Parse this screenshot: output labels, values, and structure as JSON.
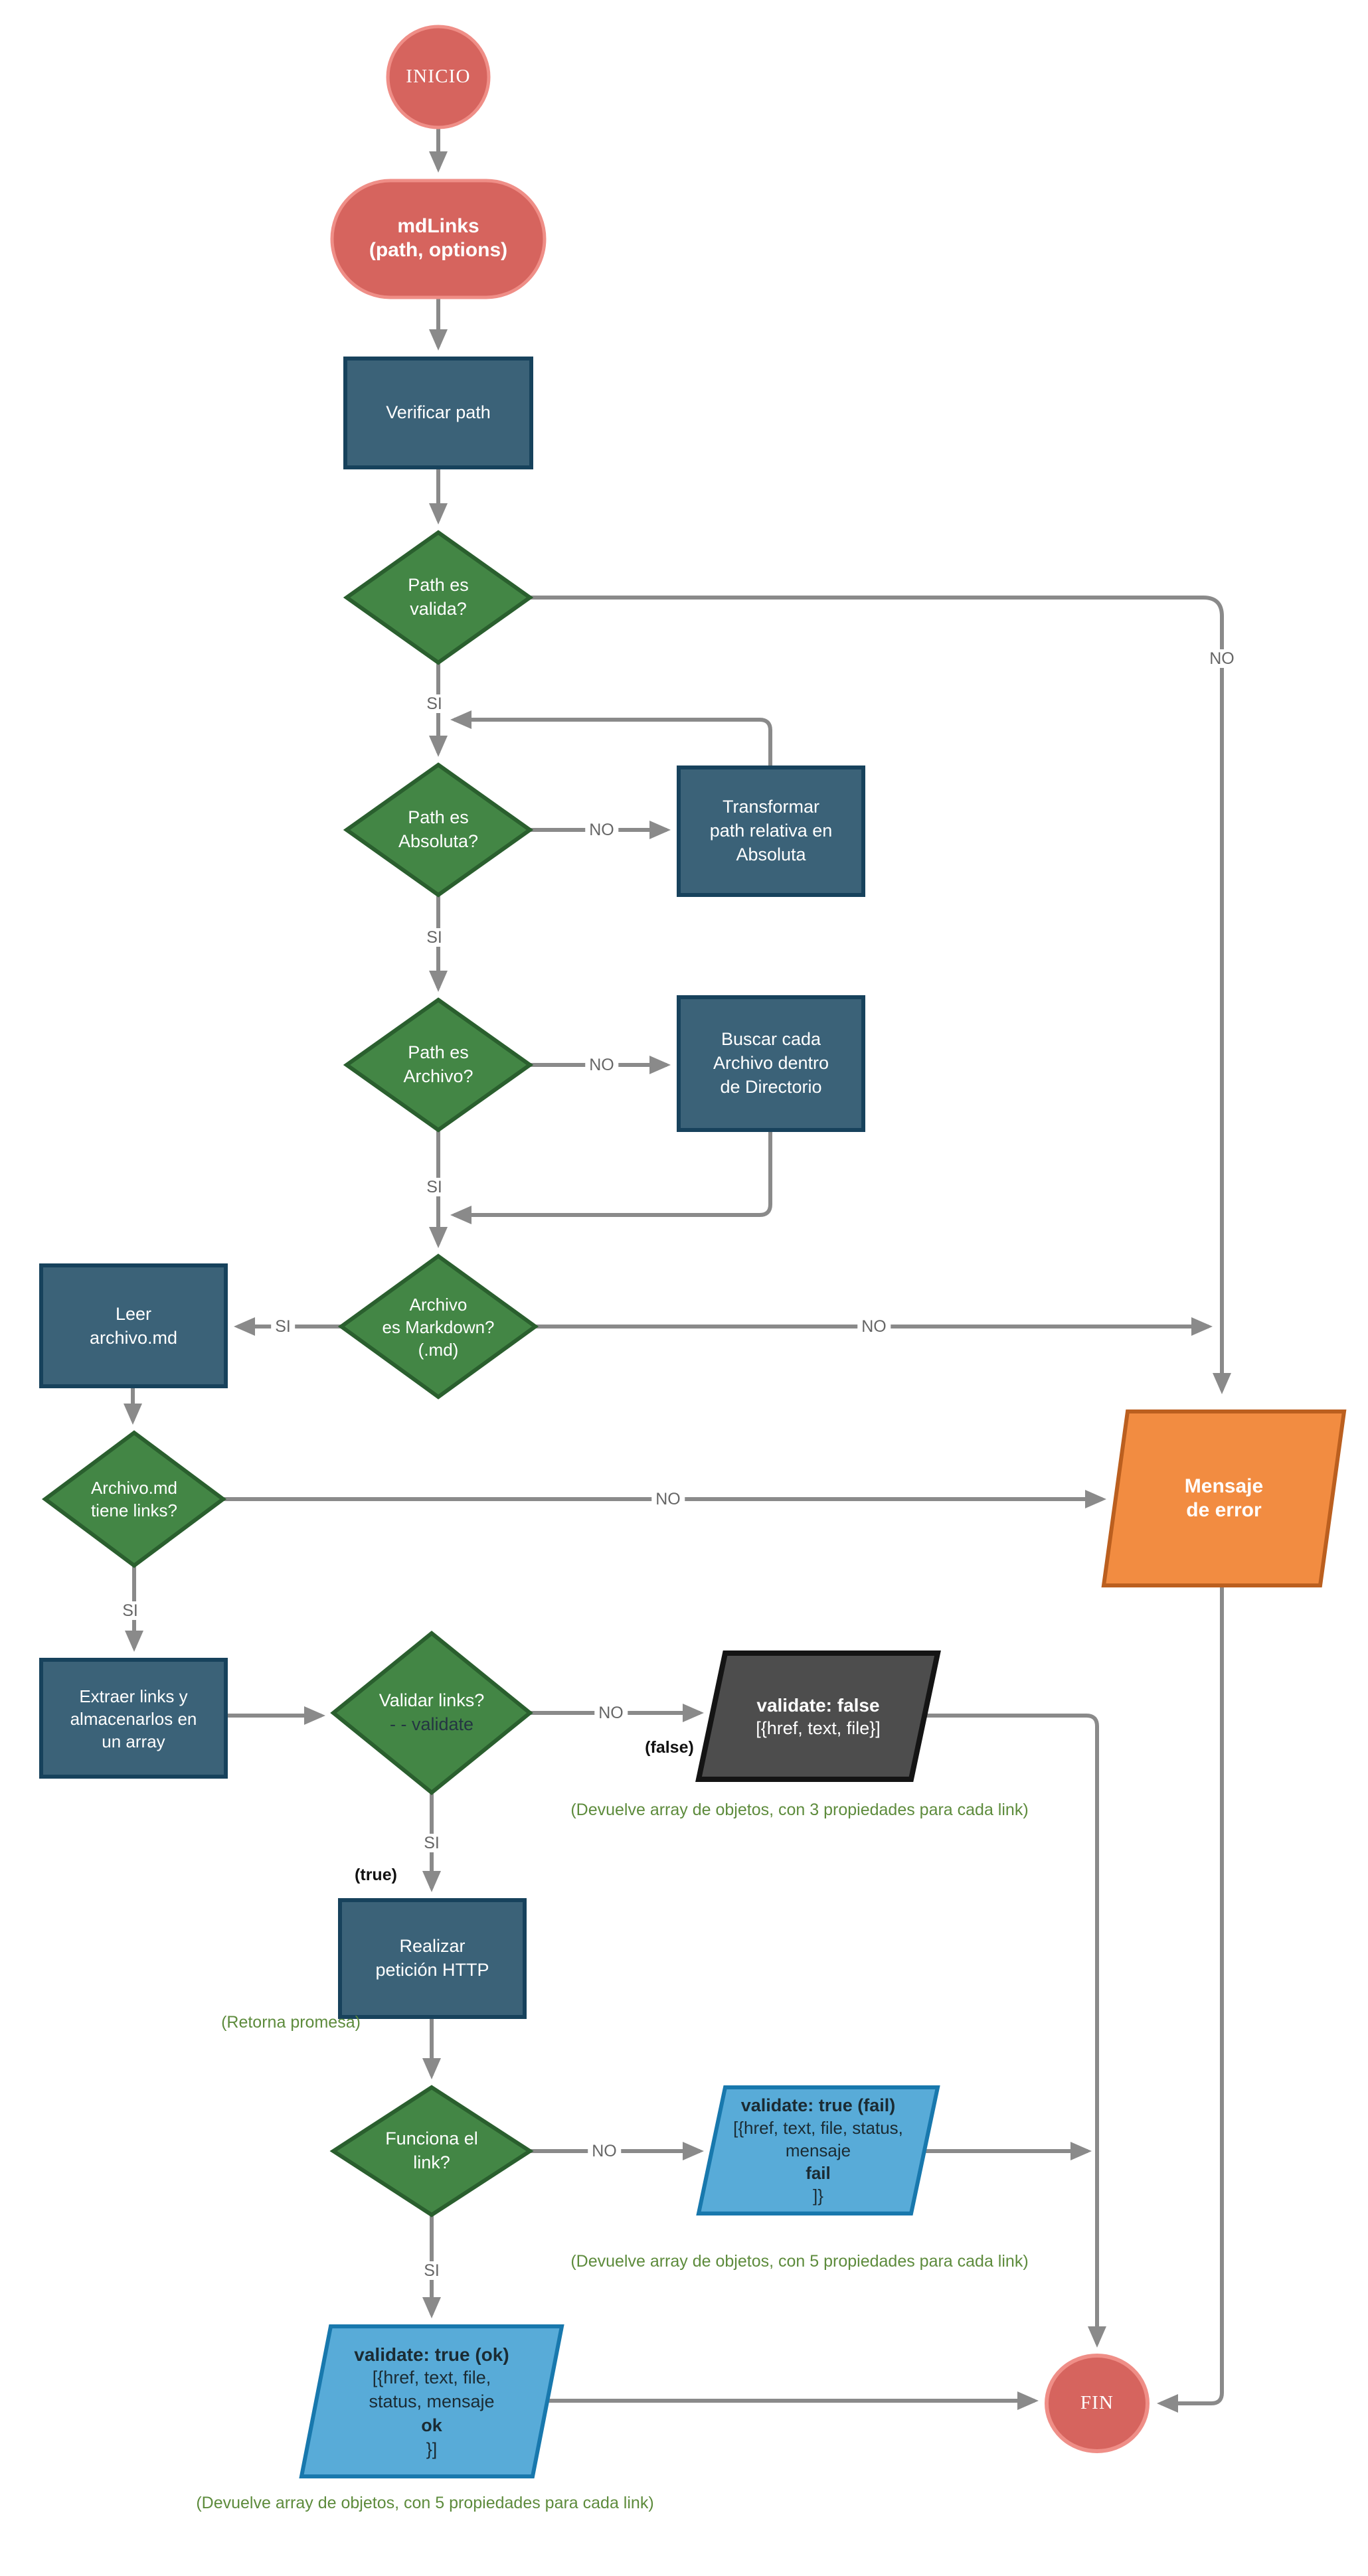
{
  "diagram": {
    "nodes": {
      "inicio": {
        "label": "INICIO"
      },
      "mdlinks": {
        "line1": "mdLinks",
        "line2": "(path, options)"
      },
      "verificar": {
        "label": "Verificar path"
      },
      "d_valida": {
        "line1": "Path es",
        "line2": "valida?"
      },
      "d_absoluta": {
        "line1": "Path es",
        "line2": "Absoluta?"
      },
      "transformar": {
        "line1": "Transformar",
        "line2": "path relativa en",
        "line3": "Absoluta"
      },
      "d_archivo": {
        "line1": "Path es",
        "line2": "Archivo?"
      },
      "buscar": {
        "line1": "Buscar cada",
        "line2": "Archivo dentro",
        "line3": "de Directorio"
      },
      "d_markdown": {
        "line1": "Archivo",
        "line2": "es Markdown?",
        "line3": "(.md)"
      },
      "leer": {
        "line1": "Leer",
        "line2": "archivo.md"
      },
      "d_tienelinks": {
        "line1": "Archivo.md",
        "line2": "tiene links?"
      },
      "mensaje": {
        "line1": "Mensaje",
        "line2": "de error"
      },
      "extraer": {
        "line1": "Extraer links y",
        "line2": "almacenarlos en",
        "line3": "un array"
      },
      "d_validar": {
        "line1": "Validar links?",
        "line2": "- - validate"
      },
      "p_false": {
        "title": "validate: false",
        "body": "[{href, text, file}]"
      },
      "realizar": {
        "line1": "Realizar",
        "line2": "petición HTTP"
      },
      "d_funciona": {
        "line1": "Funciona el",
        "line2": "link?"
      },
      "p_fail": {
        "title": "validate: true (fail)",
        "body1": "[{href, text, file, status,",
        "body2_pre": "mensaje ",
        "body2_bold": "fail",
        "body2_post": " ]}"
      },
      "p_ok": {
        "title": "validate: true (ok)",
        "body1": "[{href, text, file,",
        "body2_pre": "status, mensaje ",
        "body2_bold": "ok",
        "body2_post": " }]"
      },
      "fin": {
        "label": "FIN"
      }
    },
    "edge_labels": {
      "si1": "SI",
      "si2": "SI",
      "si3": "SI",
      "si4": "SI",
      "si5": "SI",
      "si6": "SI",
      "si7": "SI",
      "no1": "NO",
      "no2": "NO",
      "no3": "NO",
      "no4": "NO",
      "no5": "NO",
      "no6": "NO",
      "no7": "NO"
    },
    "annotations": {
      "paren_false": "(false)",
      "paren_true": "(true)",
      "retorna_1": "(Retorna",
      "retorna_2": "promesa)",
      "cap_false_1": "(Devuelve array de objetos, con",
      "cap_false_2": "3 propiedades para cada link)",
      "cap_fail_1": "(Devuelve array de objetos, con",
      "cap_fail_2": "5 propiedades para cada link)",
      "cap_ok_1": "(Devuelve array de objetos, con",
      "cap_ok_2": "5 propiedades para cada link)"
    },
    "colors": {
      "node_red": "#d6645e",
      "node_red_border": "#ef8e87",
      "node_blue": "#3b6278",
      "node_blue_border": "#17425c",
      "node_green": "#438645",
      "node_green_border": "#2a5f2e",
      "node_orange": "#f28c41",
      "node_orange_border": "#bb5f1f",
      "node_dark": "#4d4d4d",
      "node_dark_border": "#141414",
      "node_lightblue": "#58abd8",
      "node_lightblue_border": "#1878ad",
      "connector": "#8a8a8a",
      "edge_label_gray": "#666666",
      "caption_green": "#5d8b3c"
    }
  }
}
